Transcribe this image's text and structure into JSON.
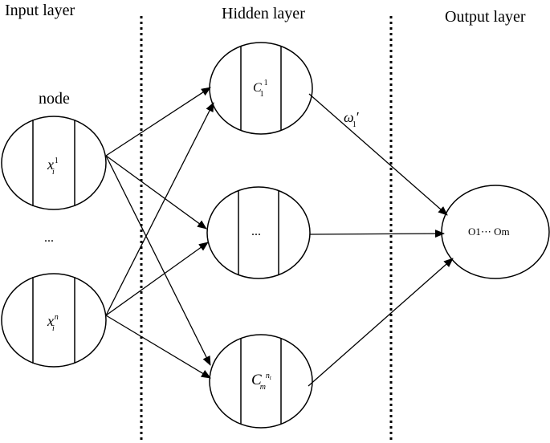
{
  "layers": {
    "input": "Input layer",
    "hidden": "Hidden layer",
    "output": "Output layer"
  },
  "input_nodes": {
    "caption": "node",
    "ellipsis": "...",
    "node1": {
      "base": "x",
      "sub": "i",
      "sup": "1"
    },
    "node2": {
      "base": "x",
      "sub": "i",
      "sup": "n"
    }
  },
  "hidden_nodes": {
    "node1": {
      "base": "C",
      "sub": "1",
      "sup": "1"
    },
    "node2": {
      "text": "..."
    },
    "node3": {
      "base": "C",
      "sub": "m",
      "sup": "n",
      "sup_sub": "t"
    }
  },
  "output_node": {
    "text": "O1⋯ Om"
  },
  "weight_label": {
    "base": "ω",
    "sub": "1",
    "prime": "′"
  },
  "colors": {
    "stroke": "#000000",
    "background": "#ffffff"
  }
}
